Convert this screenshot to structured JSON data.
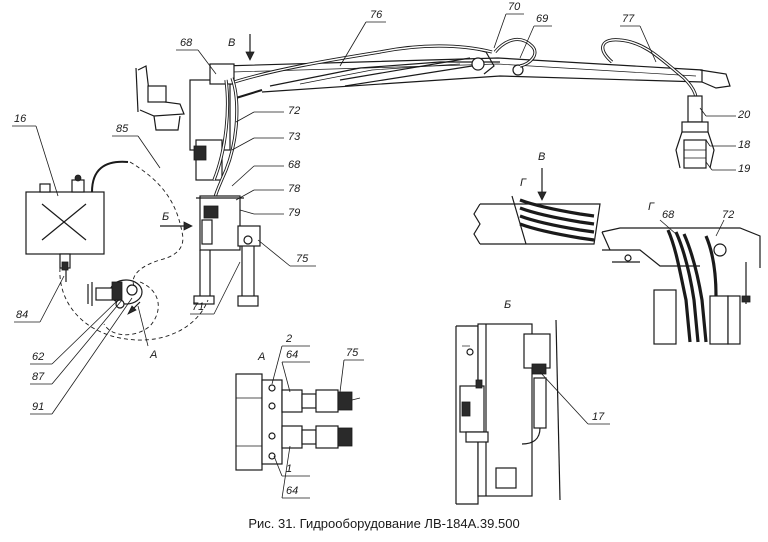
{
  "caption": "Рис. 31. Гидрооборудование ЛВ-184А.39.500",
  "view_labels": {
    "view_v_top": "В",
    "view_v_detail": "В",
    "view_g_detail": "Г",
    "view_g_title": "Г",
    "view_b_side": "Б",
    "view_b_title": "Б",
    "view_a_side": "А",
    "view_a_title": "А"
  },
  "callouts": {
    "c16": "16",
    "c85": "85",
    "c68a": "68",
    "c76": "76",
    "c70": "70",
    "c69": "69",
    "c77": "77",
    "c20": "20",
    "c18": "18",
    "c19": "19",
    "c72a": "72",
    "c73": "73",
    "c68b": "68",
    "c78": "78",
    "c79": "79",
    "c75a": "75",
    "c71": "71",
    "c84": "84",
    "c62": "62",
    "c87": "87",
    "c91": "91",
    "c68c": "68",
    "c72b": "72",
    "c2": "2",
    "c64a": "64",
    "c75b": "75",
    "c1": "1",
    "c64b": "64",
    "c17": "17"
  }
}
